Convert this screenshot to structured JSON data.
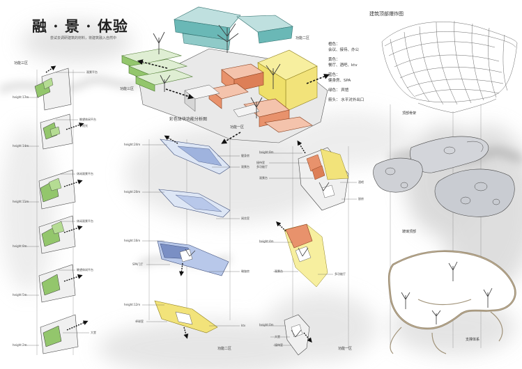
{
  "title": "融 · 景 · 体验",
  "subtitle": "尝试去调研建筑的材料，将建筑融入自然中",
  "main_diagram_label": "彩色体块功能分析图",
  "zone_labels": {
    "zone1_top": "功能一区",
    "zone2_top": "功能二区",
    "zone3_top": "功能三区",
    "zone3_left": "功能三区",
    "zone2_bottom": "功能二区",
    "zone1_bottom": "功能一区"
  },
  "legend": [
    {
      "text": "橙色："
    },
    {
      "text": "会议、接待、办公"
    },
    {
      "gap": true
    },
    {
      "text": "黄色："
    },
    {
      "text": "餐厅、酒吧、ktv"
    },
    {
      "gap": true
    },
    {
      "text": "蓝色："
    },
    {
      "text": "健身房、SPA"
    },
    {
      "gap": true
    },
    {
      "text": "绿色：  宾馆"
    },
    {
      "gap": true
    },
    {
      "text": "箭头：  水平对外出口"
    }
  ],
  "roof": {
    "explode_title": "建筑顶部爆炸图",
    "skeleton": "顶部骨架",
    "glass": "玻璃顶部",
    "support": "支撑体系"
  },
  "zone3_floors": {
    "heights": [
      "height:17m",
      "height:14m",
      "height:11m",
      "height:8m",
      "height:5m",
      "height:2m"
    ],
    "callouts": [
      "观景平台",
      "眺望休闲平台",
      "阳光",
      "休闲观景平台",
      "休闲观景平台",
      "眺望休闲平台",
      "大堂"
    ]
  },
  "zone2_floors": {
    "heights": [
      "height:24m",
      "height:20m",
      "height:16m",
      "height:12m"
    ],
    "callouts": [
      "健身房",
      "观景台",
      "阅览室",
      "SPA门厅",
      "瑜伽房",
      "卓球室",
      "ktv"
    ]
  },
  "zone1_floors": {
    "heights": [
      "height:8m",
      "height:4m",
      "height:0m"
    ],
    "callouts": [
      "接待室",
      "多功能厅",
      "观景台",
      "酒吧",
      "厨房",
      "观景台",
      "多功能厅",
      "大堂",
      "接待室"
    ]
  },
  "colors": {
    "orange": "#e8926c",
    "yellow": "#f2e37a",
    "blue": "#9fb3de",
    "green": "#93c66c",
    "teal": "#6ab8b6"
  }
}
